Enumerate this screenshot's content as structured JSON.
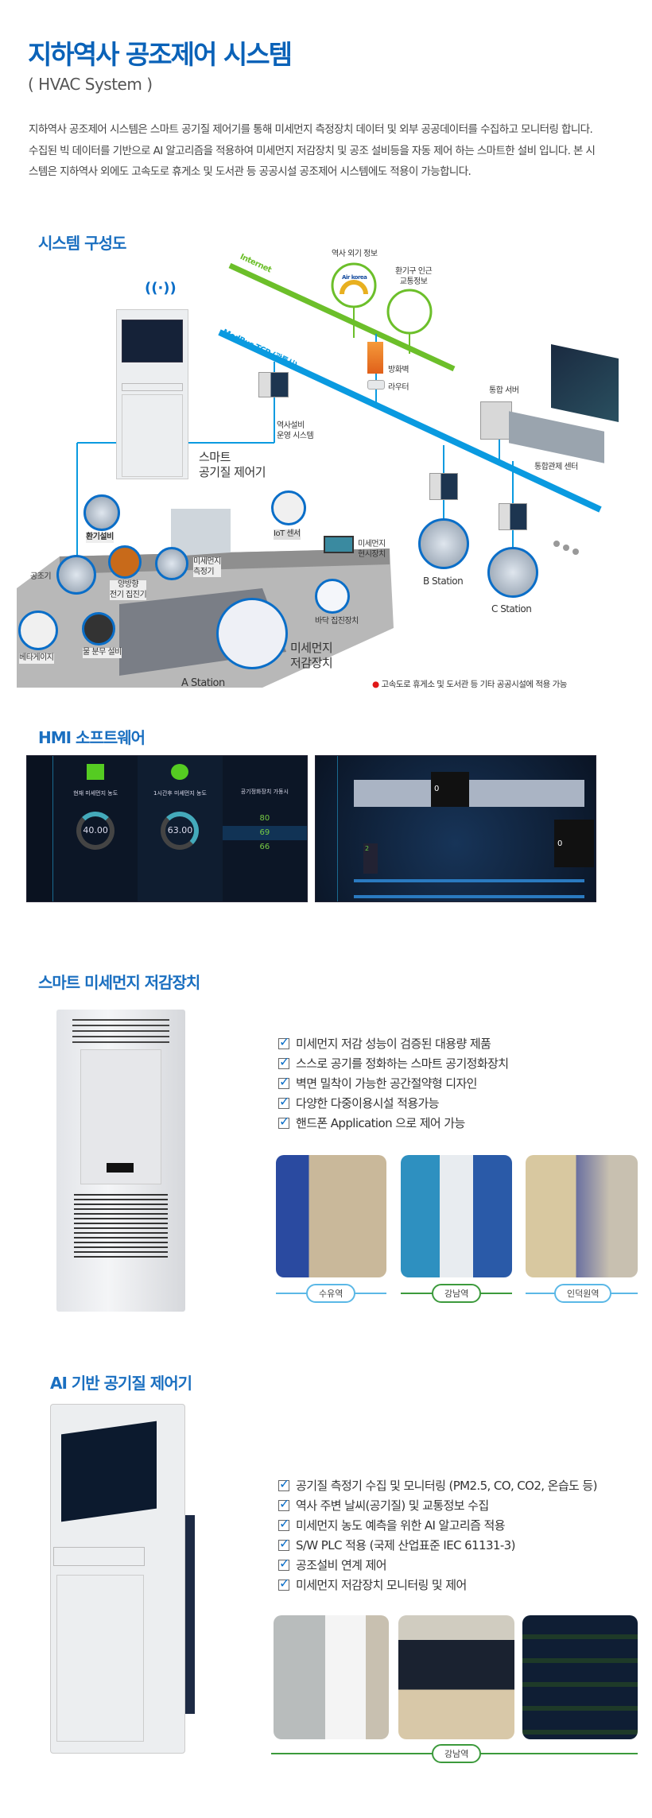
{
  "header": {
    "title": "지하역사 공조제어 시스템",
    "subtitle": "( HVAC System )",
    "description": "지하역사 공조제어 시스템은 스마트 공기질 제어기를 통해 미세먼지 측정장치 데이터 및 외부 공공데이터를 수집하고 모니터링 합니다. 수집된 빅 데이터를 기반으로 AI 알고리즘을 적용하여 미세먼지 저감장치 및 공조 설비등을 자동 제어 하는 스마트한 설비 입니다. 본 시스템은 지하역사 외에도 고속도로 휴게소 및 도서관 등 공공시설 공조제어 시스템에도 적용이 가능합니다."
  },
  "diagram": {
    "title": "시스템 구성도",
    "internet": "Internet",
    "modbus": "ModBus TCP (광통신)",
    "outdoor_info": "역사 외기 정보",
    "airkorea": "Air korea",
    "traffic_info": [
      "환기구 인근",
      "교통정보"
    ],
    "firewall": "방화벽",
    "router": "라우터",
    "ops_system": [
      "역사설비",
      "운영 시스템"
    ],
    "controller": [
      "스마트",
      "공기질 제어기"
    ],
    "server": "통합 서버",
    "control_center": "통합관제 센터",
    "b_station": "B Station",
    "c_station": "C Station",
    "a_station": "A Station",
    "ventilation": "환기설비",
    "ahu": "공조기",
    "collector": [
      "양방향",
      "전기 집진기"
    ],
    "dust_meter": [
      "미세먼지",
      "측정기"
    ],
    "iot": "IoT 센서",
    "display": [
      "미세먼지",
      "현시장치"
    ],
    "floor_collector": "바닥 집진장치",
    "reducer": [
      "미세먼지",
      "저감장치"
    ],
    "beta_gauge": "베타게이지",
    "water_spray": "물 분무 설비",
    "note": "고속도로 휴게소 및 도서관 등 기타 공공시설에 적용 가능"
  },
  "hmi": {
    "title": "HMI 소프트웨어",
    "screen1": {
      "cols": [
        "현재 미세먼지 농도",
        "1시간후 미세먼지 농도",
        "공기정화장치 가동시"
      ],
      "values": [
        "40.00",
        "63.00"
      ],
      "levels": [
        "80",
        "69",
        "66"
      ]
    },
    "screen2": {
      "zero1": "0",
      "zero2": "0",
      "count": "2"
    }
  },
  "reducer": {
    "title": "스마트 미세먼지 저감장치",
    "features": [
      "미세먼지 저감 성능이 검증된 대용량 제품",
      "스스로 공기를 정화하는 스마트 공기정화장치",
      "벽면 밀착이 가능한  공간절약형 디자인",
      "다양한 다중이용시설 적용가능",
      "핸드폰 Application 으로 제어 가능"
    ],
    "sites": [
      "수유역",
      "강남역",
      "인덕원역"
    ]
  },
  "ai": {
    "title": "AI 기반 공기질 제어기",
    "features": [
      "공기질 측정기 수집 및 모니터링  (PM2.5, CO, CO2, 온습도 등)",
      "역사 주변 날씨(공기질) 및 교통정보 수집",
      "미세먼지 농도 예측을 위한 AI 알고리즘 적용",
      "S/W PLC 적용 (국제 산업표준 IEC 61131-3)",
      "공조설비 연계 제어",
      "미세먼지 저감장치 모니터링 및 제어"
    ],
    "site": "강남역"
  },
  "colors": {
    "primary": "#0a62b8",
    "internet": "#6cbf2a",
    "modbus": "#0a9ae0"
  }
}
